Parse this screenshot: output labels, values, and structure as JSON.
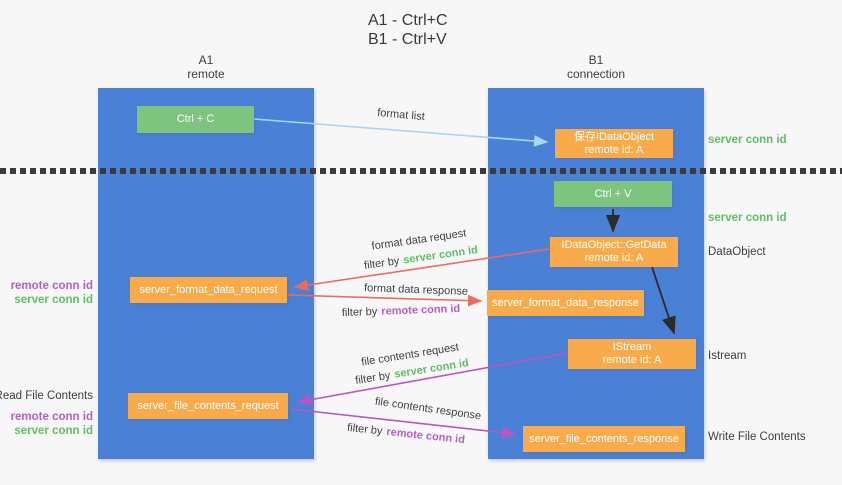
{
  "title": {
    "line1": "A1 - Ctrl+C",
    "line2": "B1 - Ctrl+V"
  },
  "columns": {
    "left": {
      "name": "A1",
      "role": "remote"
    },
    "right": {
      "name": "B1",
      "role": "connection"
    }
  },
  "nodes": {
    "ctrl_c": {
      "label": "Ctrl + C"
    },
    "save_idataobject": {
      "line1": "保存IDataObject",
      "line2": "remote id: A"
    },
    "ctrl_v": {
      "label": "Ctrl + V"
    },
    "getdata": {
      "line1": "IDataObject::GetData",
      "line2": "remote id: A"
    },
    "format_request": {
      "label": "server_format_data_request"
    },
    "format_response": {
      "label": "server_format_data_response"
    },
    "istream": {
      "line1": "IStream",
      "line2": "remote id: A"
    },
    "file_request": {
      "label": "server_file_contents_request"
    },
    "file_response": {
      "label": "server_file_contents_response"
    }
  },
  "arrows": {
    "format_list": {
      "label": "format list"
    },
    "format_data_request": {
      "label": "format data request",
      "filter_prefix": "filter by",
      "filter_key": "server conn id"
    },
    "format_data_response": {
      "label": "format data response",
      "filter_prefix": "filter by",
      "filter_key": "remote conn id"
    },
    "file_contents_request": {
      "label": "file contents request",
      "filter_prefix": "filter by",
      "filter_key": "server conn id"
    },
    "file_contents_response": {
      "label": "file contents response",
      "filter_prefix": "filter by",
      "filter_key": "remote conn id"
    }
  },
  "side_labels": {
    "left": {
      "format_remote": "remote conn id",
      "format_server": "server conn id",
      "read_file": "Read File Contents",
      "file_remote": "remote conn id",
      "file_server": "server conn id"
    },
    "right": {
      "server_conn_top": "server conn id",
      "server_conn_mid": "server conn id",
      "dataobject": "DataObject",
      "istream": "Istream",
      "write_file": "Write File Contents"
    }
  },
  "colors": {
    "column_blue": "#4b80d7",
    "node_green": "#7dc47f",
    "node_orange": "#f9ab4b",
    "arrow_blue": "#a8d7f0",
    "arrow_red": "#ed6a5f",
    "arrow_purple": "#ba55c2",
    "arrow_black": "#2b2b2b",
    "label_green": "#5fbf63",
    "label_purple": "#b75fc8",
    "text_dark": "#3f3f3f"
  }
}
